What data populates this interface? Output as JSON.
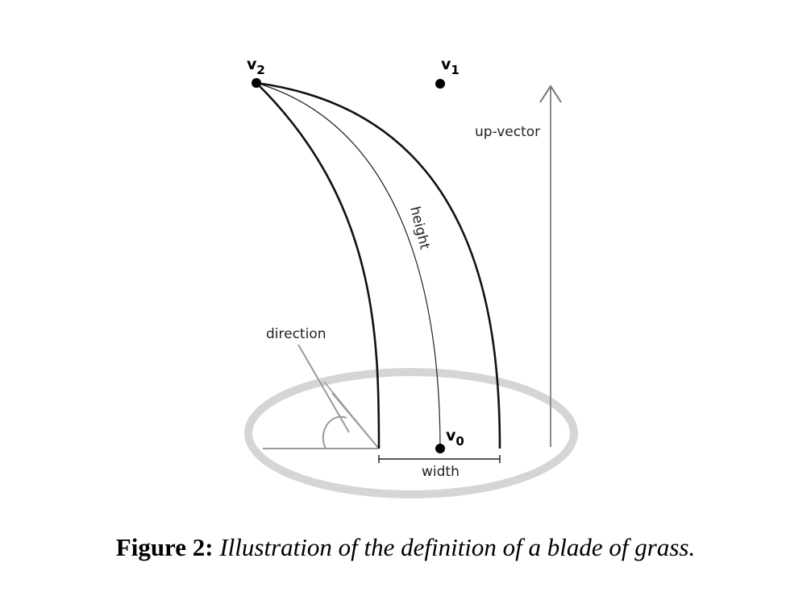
{
  "figure": {
    "vertices": {
      "v2": {
        "letter": "v",
        "sub": "2"
      },
      "v1": {
        "letter": "v",
        "sub": "1"
      },
      "v0": {
        "letter": "v",
        "sub": "0"
      }
    },
    "labels": {
      "up_vector": "up-vector",
      "height": "height",
      "direction": "direction",
      "width": "width"
    }
  },
  "caption": {
    "label": "Figure 2:",
    "text": "Illustration of the definition of a blade of grass."
  }
}
